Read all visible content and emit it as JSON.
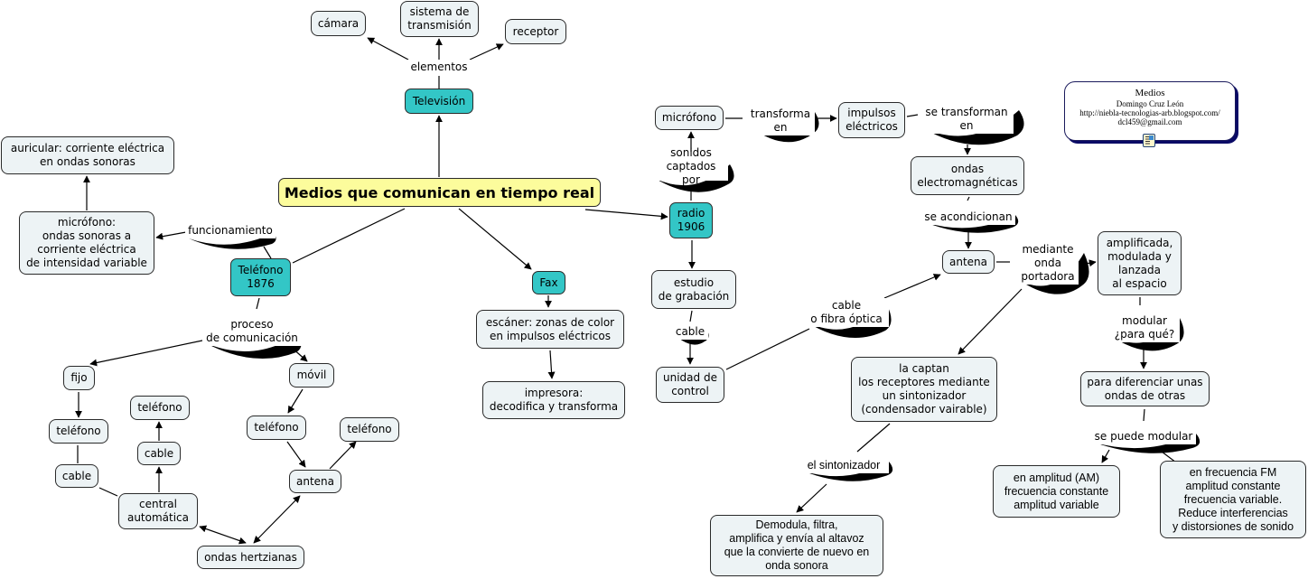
{
  "title": "Medios que comunican en tiempo real",
  "colors": {
    "main_concept": "#fcfc9c",
    "key_concept": "#33c6c6",
    "concept": "#edf3f5",
    "border": "#2a2a2a",
    "info_shadow": "#0a0a66"
  },
  "info_card": {
    "title": "Medios",
    "author": "Domingo Cruz León",
    "url": "http://niebla-tecnologias-arb.blogspot.com/",
    "email": "dcl459@gmail.com",
    "icon": "resource-document-icon"
  },
  "nodes": {
    "main": "Medios que comunican en tiempo real",
    "television": "Televisión",
    "camara": "cámara",
    "sistema_transmision": "sistema de\ntransmisión",
    "receptor": "receptor",
    "telefono_1876": "Teléfono\n1876",
    "auricular": "auricular:  corriente eléctrica\nen ondas sonoras",
    "microfono_tel": "micrófono:\nondas sonoras a\ncorriente eléctrica\nde intensidad variable",
    "fijo": "fijo",
    "telefono_fijo": "teléfono",
    "cable_fijo": "cable",
    "central": "central\nautomática",
    "cable_central": "cable",
    "telefono_central": "teléfono",
    "movil": "móvil",
    "telefono_movil": "teléfono",
    "antena_movil": "antena",
    "telefono_antena": "teléfono",
    "ondas_hertzianas": "ondas hertzianas",
    "fax": "Fax",
    "escaner": "escáner: zonas de color\nen impulsos eléctricos",
    "impresora": "impresora:\ndecodifica y transforma",
    "radio": "radio\n1906",
    "microfono_radio": "micrófono",
    "impulsos": "impulsos\neléctricos",
    "ondas_em": "ondas\nelectromagnéticas",
    "antena_radio": "antena",
    "amplificada": "amplificada,\nmodulada y\nlanzada\nal espacio",
    "estudio": "estudio\nde grabación",
    "unidad_control": "unidad de\ncontrol",
    "la_captan": "la captan\nlos receptores mediante\nun sintonizador\n(condensador vairable)",
    "demodula": "Demodula, filtra,\namplifica y envía al altavoz\nque la convierte de nuevo en\nonda sonora",
    "diferenciar": "para diferenciar unas\nondas de otras",
    "am": "en amplitud (AM)\nfrecuencia constante\namplitud variable",
    "fm": "en frecuencia FM\namplitud constante\nfrecuencia variable.\nReduce interferencias\ny distorsiones de sonido"
  },
  "linking_phrases": {
    "elementos": "elementos",
    "funcionamiento": "funcionamiento",
    "proceso": "proceso\nde comunicación",
    "sonidos": "sonidos\ncaptados por",
    "transforma_en": "transforma\nen",
    "se_transforman_en": "se transforman\nen",
    "se_acondicionan": "se acondicionan",
    "mediante_onda": "mediante\nonda\nportadora",
    "cable_radio": "cable",
    "cable_fibra": "cable\no fibra óptica",
    "modular": "modular\n¿para qué?",
    "se_puede_modular": "se puede modular",
    "el_sintonizador": "el sintonizador"
  }
}
